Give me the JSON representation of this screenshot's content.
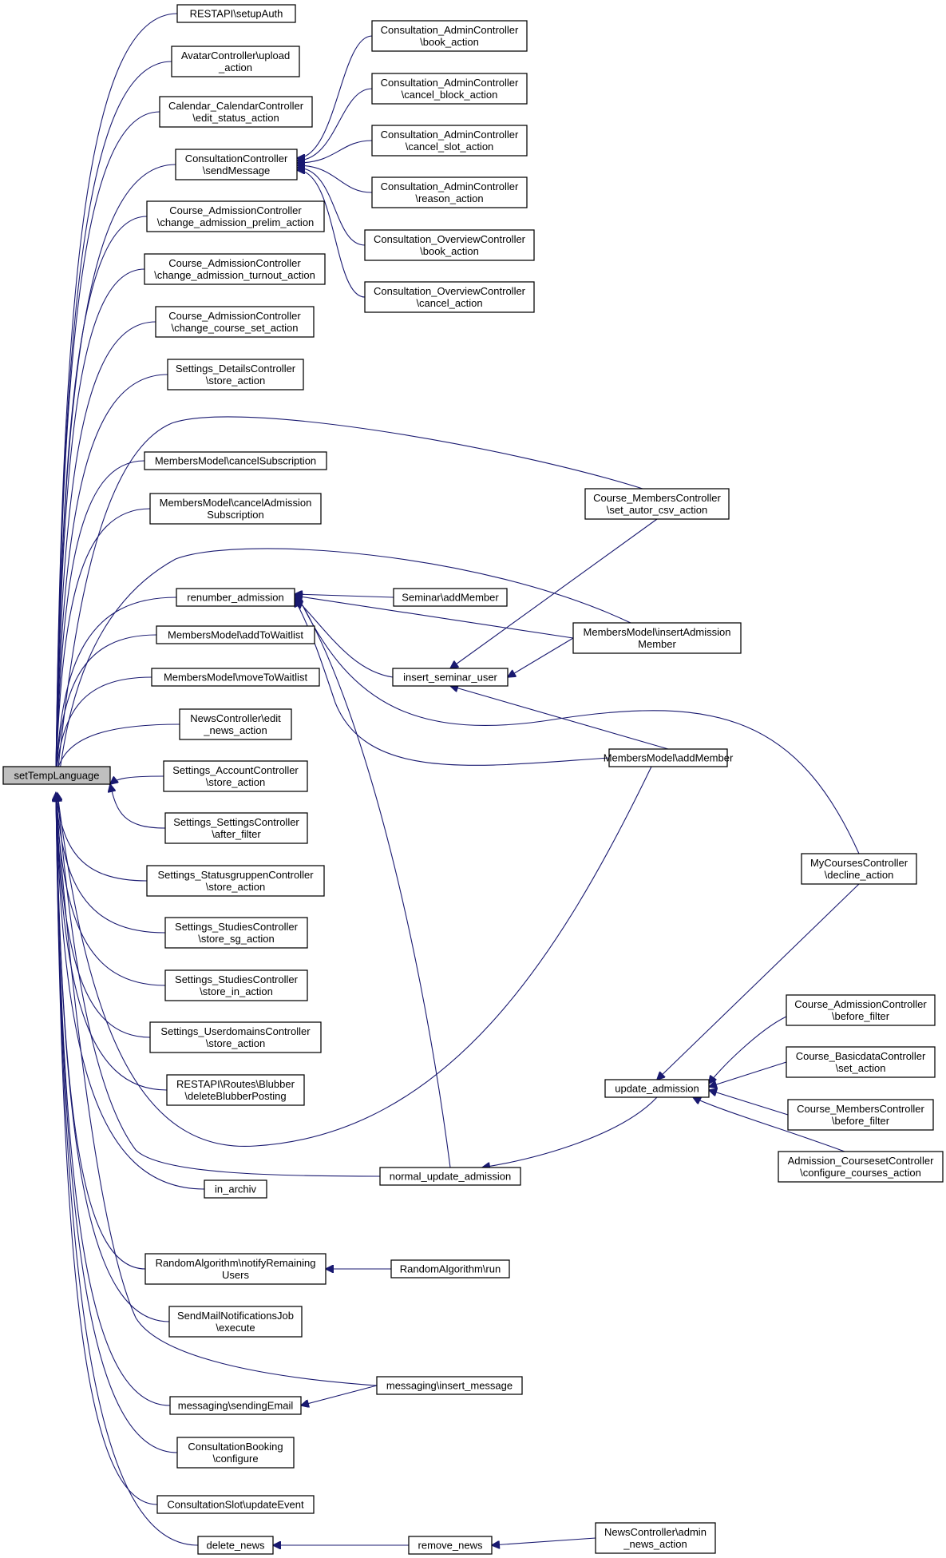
{
  "colors": {
    "edge": "#191970",
    "root_fill": "#bfbfbf",
    "node_fill": "#ffffff",
    "node_border": "#000000"
  },
  "nodes": {
    "root": [
      "setTempLanguage"
    ],
    "setupAuth": [
      "RESTAPI\\setupAuth"
    ],
    "avatar": [
      "AvatarController\\upload",
      "_action"
    ],
    "calendar": [
      "Calendar_CalendarController",
      "\\edit_status_action"
    ],
    "consSend": [
      "ConsultationController",
      "\\sendMessage"
    ],
    "admPrelim": [
      "Course_AdmissionController",
      "\\change_admission_prelim_action"
    ],
    "admTurnout": [
      "Course_AdmissionController",
      "\\change_admission_turnout_action"
    ],
    "admCourseSet": [
      "Course_AdmissionController",
      "\\change_course_set_action"
    ],
    "setDetails": [
      "Settings_DetailsController",
      "\\store_action"
    ],
    "mmCancelSub": [
      "MembersModel\\cancelSubscription"
    ],
    "mmCancelAdm": [
      "MembersModel\\cancelAdmission",
      "Subscription"
    ],
    "renumber": [
      "renumber_admission"
    ],
    "mmAddWait": [
      "MembersModel\\addToWaitlist"
    ],
    "mmMoveWait": [
      "MembersModel\\moveToWaitlist"
    ],
    "newsEdit": [
      "NewsController\\edit",
      "_news_action"
    ],
    "setAccount": [
      "Settings_AccountController",
      "\\store_action"
    ],
    "setSettings": [
      "Settings_SettingsController",
      "\\after_filter"
    ],
    "setStatus": [
      "Settings_StatusgruppenController",
      "\\store_action"
    ],
    "setStudiesSg": [
      "Settings_StudiesController",
      "\\store_sg_action"
    ],
    "setStudiesIn": [
      "Settings_StudiesController",
      "\\store_in_action"
    ],
    "setUserdom": [
      "Settings_UserdomainsController",
      "\\store_action"
    ],
    "blubber": [
      "RESTAPI\\Routes\\Blubber",
      "\\deleteBlubberPosting"
    ],
    "inArchiv": [
      "in_archiv"
    ],
    "randNotify": [
      "RandomAlgorithm\\notifyRemaining",
      "Users"
    ],
    "sendMail": [
      "SendMailNotificationsJob",
      "\\execute"
    ],
    "msgSendEmail": [
      "messaging\\sendingEmail"
    ],
    "consBooking": [
      "ConsultationBooking",
      "\\configure"
    ],
    "consSlot": [
      "ConsultationSlot\\updateEvent"
    ],
    "deleteNews": [
      "delete_news"
    ],
    "caBook": [
      "Consultation_AdminController",
      "\\book_action"
    ],
    "caCancelBlock": [
      "Consultation_AdminController",
      "\\cancel_block_action"
    ],
    "caCancelSlot": [
      "Consultation_AdminController",
      "\\cancel_slot_action"
    ],
    "caReason": [
      "Consultation_AdminController",
      "\\reason_action"
    ],
    "coBook": [
      "Consultation_OverviewController",
      "\\book_action"
    ],
    "coCancel": [
      "Consultation_OverviewController",
      "\\cancel_action"
    ],
    "seminarAdd": [
      "Seminar\\addMember"
    ],
    "insertSemUser": [
      "insert_seminar_user"
    ],
    "normalUpdate": [
      "normal_update_admission"
    ],
    "randRun": [
      "RandomAlgorithm\\run"
    ],
    "msgInsert": [
      "messaging\\insert_message"
    ],
    "removeNews": [
      "remove_news"
    ],
    "cmSetAutor": [
      "Course_MembersController",
      "\\set_autor_csv_action"
    ],
    "mmInsertAdm": [
      "MembersModel\\insertAdmission",
      "Member"
    ],
    "mmAddMember": [
      "MembersModel\\addMember"
    ],
    "myCourses": [
      "MyCoursesController",
      "\\decline_action"
    ],
    "updateAdm": [
      "update_admission"
    ],
    "acBefore": [
      "Course_AdmissionController",
      "\\before_filter"
    ],
    "bdSet": [
      "Course_BasicdataController",
      "\\set_action"
    ],
    "cmBefore": [
      "Course_MembersController",
      "\\before_filter"
    ],
    "acsConfigure": [
      "Admission_CoursesetController",
      "\\configure_courses_action"
    ],
    "newsAdmin": [
      "NewsController\\admin",
      "_news_action"
    ]
  }
}
